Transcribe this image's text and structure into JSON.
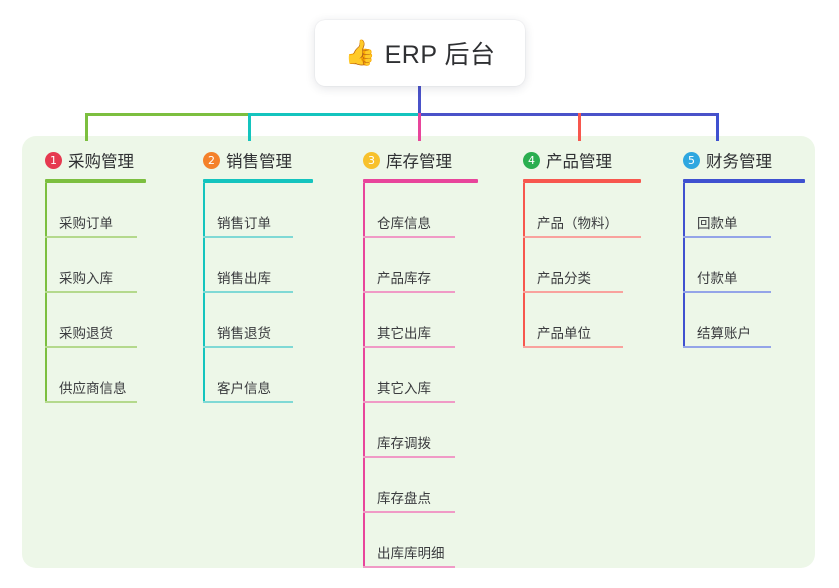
{
  "root": {
    "icon": "thumbs-up-icon",
    "emoji": "👍",
    "title": "ERP 后台"
  },
  "palette": {
    "panel_bg": "#edf7e8",
    "card_bg": "#ffffff",
    "text": "#2f3033",
    "connector_green": "#7cbf3f",
    "connector_teal": "#14c4be",
    "connector_purple": "#4a52c9",
    "connector_pink": "#e8459b",
    "connector_red": "#f7574e",
    "connector_blue": "#3f51d0"
  },
  "columns": [
    {
      "number": "1",
      "title": "采购管理",
      "badge_color": "#e63950",
      "line_color": "#7cbf3f",
      "leaf_color": "#b4d98c",
      "drop_color": "#7cbf3f",
      "items": [
        "采购订单",
        "采购入库",
        "采购退货",
        "供应商信息"
      ]
    },
    {
      "number": "2",
      "title": "销售管理",
      "badge_color": "#f4812a",
      "line_color": "#14c4be",
      "leaf_color": "#7fd9d5",
      "drop_color": "#14c4be",
      "items": [
        "销售订单",
        "销售出库",
        "销售退货",
        "客户信息"
      ]
    },
    {
      "number": "3",
      "title": "库存管理",
      "badge_color": "#f7c12c",
      "line_color": "#e8459b",
      "leaf_color": "#f09ac6",
      "drop_color": "#e8459b",
      "items": [
        "仓库信息",
        "产品库存",
        "其它出库",
        "其它入库",
        "库存调拨",
        "库存盘点",
        "出库库明细"
      ]
    },
    {
      "number": "4",
      "title": "产品管理",
      "badge_color": "#2aae4f",
      "line_color": "#f7574e",
      "leaf_color": "#f9a29d",
      "drop_color": "#f7574e",
      "items": [
        "产品（物料）",
        "产品分类",
        "产品单位"
      ]
    },
    {
      "number": "5",
      "title": "财务管理",
      "badge_color": "#2ea7e0",
      "line_color": "#3f51d0",
      "leaf_color": "#94a4e8",
      "drop_color": "#6b82de",
      "items": [
        "回款单",
        "付款单",
        "结算账户"
      ]
    }
  ]
}
